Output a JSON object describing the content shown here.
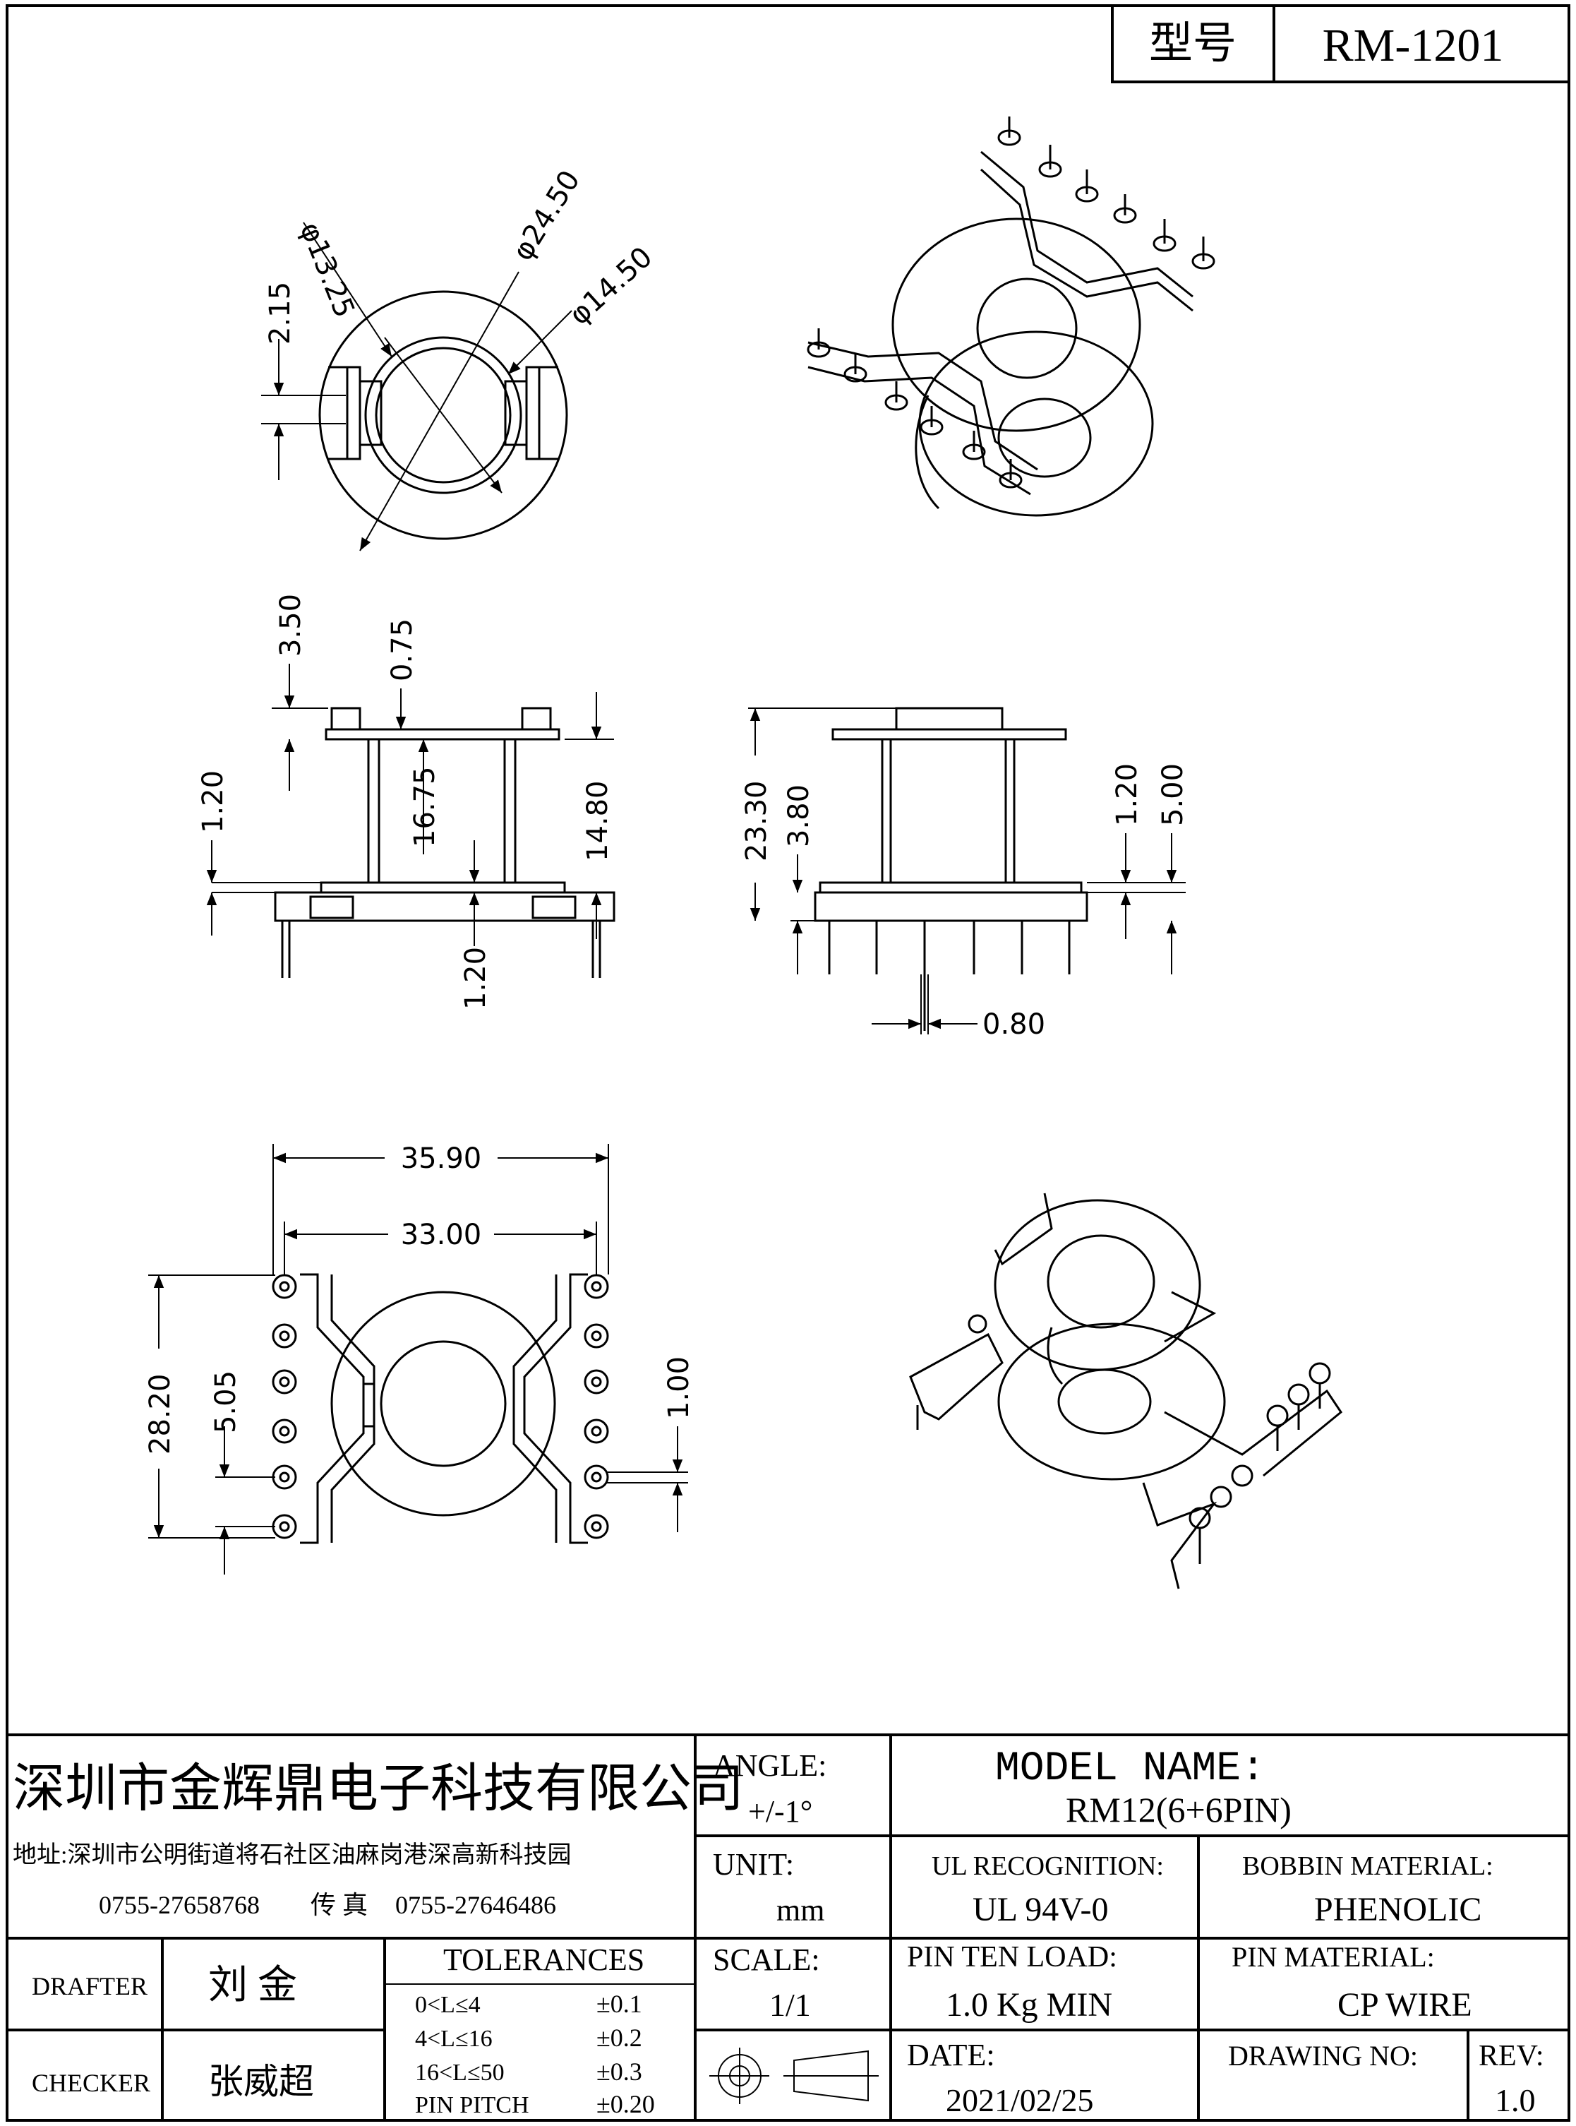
{
  "header": {
    "type_label": "型号",
    "model_code": "RM-1201"
  },
  "top_view": {
    "dims": [
      "φ13.25",
      "φ24.50",
      "φ14.50",
      "2.15"
    ]
  },
  "front_view": {
    "dims": [
      "3.50",
      "0.75",
      "16.75",
      "14.80",
      "1.20",
      "1.20"
    ]
  },
  "side_view": {
    "dims": [
      "23.30",
      "3.80",
      "1.20",
      "5.00",
      "0.80"
    ]
  },
  "bottom_view": {
    "dims": [
      "35.90",
      "33.00",
      "28.20",
      "5.05",
      "1.00"
    ]
  },
  "title_block": {
    "company": "深圳市金辉鼎电子科技有限公司",
    "address": "地址:深圳市公明街道将石社区油麻岗港深高新科技园",
    "phone": "0755-27658768",
    "fax_label": "传 真",
    "fax": "0755-27646486",
    "angle_label": "ANGLE:",
    "angle_value": "+/-1°",
    "model_name_label": "MODEL NAME:",
    "model_name_value": "RM12(6+6PIN)",
    "unit_label": "UNIT:",
    "unit_value": "mm",
    "ul_label": "UL RECOGNITION:",
    "ul_value": "UL 94V-0",
    "bobbin_label": "BOBBIN MATERIAL:",
    "bobbin_value": "PHENOLIC",
    "drafter_label": "DRAFTER",
    "drafter_name": "刘  金",
    "checker_label": "CHECKER",
    "checker_name": "张威超",
    "tolerances_label": "TOLERANCES",
    "tolerances": [
      {
        "range": "0<L≤4",
        "value": "±0.1"
      },
      {
        "range": "4<L≤16",
        "value": "±0.2"
      },
      {
        "range": "16<L≤50",
        "value": "±0.3"
      },
      {
        "range": "PIN PITCH",
        "value": "±0.20"
      }
    ],
    "scale_label": "SCALE:",
    "scale_value": "1/1",
    "pin_load_label": "PIN TEN LOAD:",
    "pin_load_value": "1.0 Kg MIN",
    "pin_material_label": "PIN MATERIAL:",
    "pin_material_value": "CP WIRE",
    "date_label": "DATE:",
    "date_value": "2021/02/25",
    "drawing_no_label": "DRAWING NO:",
    "rev_label": "REV:",
    "rev_value": "1.0"
  }
}
